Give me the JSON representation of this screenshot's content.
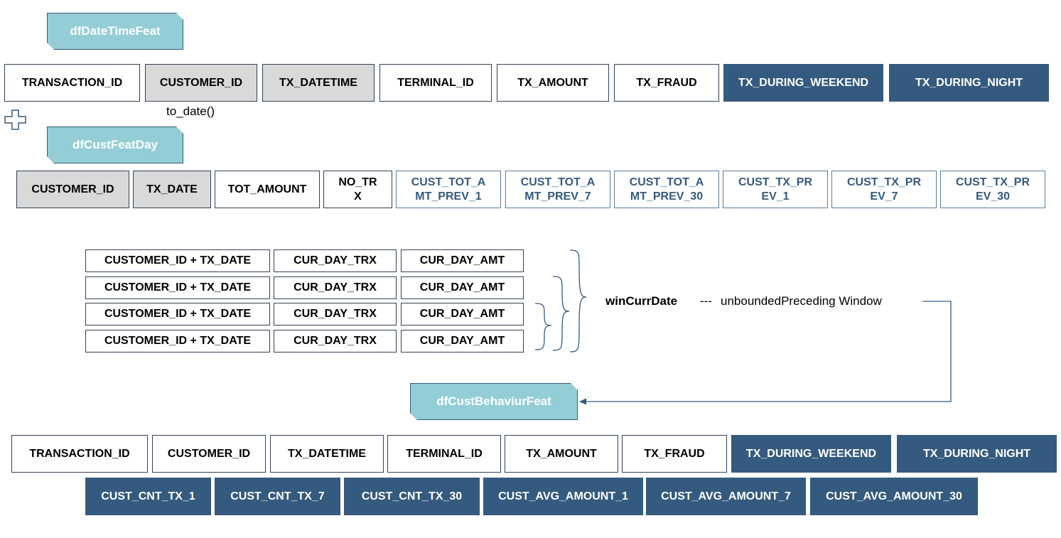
{
  "tags": {
    "date_time_feat": "dfDateTimeFeat",
    "cust_feat_day": "dfCustFeatDay",
    "cust_behaviour_feat": "dfCustBehaviurFeat"
  },
  "row1": [
    "TRANSACTION_ID",
    "CUSTOMER_ID",
    "TX_DATETIME",
    "TERMINAL_ID",
    "TX_AMOUNT",
    "TX_FRAUD",
    "TX_DURING_WEEKEND",
    "TX_DURING_NIGHT"
  ],
  "to_date_label": "to_date()",
  "row2": [
    "CUSTOMER_ID",
    "TX_DATE",
    "TOT_AMOUNT",
    "NO_TR\nX",
    "CUST_TOT_A\nMT_PREV_1",
    "CUST_TOT_A\nMT_PREV_7",
    "CUST_TOT_A\nMT_PREV_30",
    "CUST_TX_PR\nEV_1",
    "CUST_TX_PR\nEV_7",
    "CUST_TX_PR\nEV_30"
  ],
  "window_rows": [
    [
      "CUSTOMER_ID + TX_DATE",
      "CUR_DAY_TRX",
      "CUR_DAY_AMT"
    ],
    [
      "CUSTOMER_ID + TX_DATE",
      "CUR_DAY_TRX",
      "CUR_DAY_AMT"
    ],
    [
      "CUSTOMER_ID + TX_DATE",
      "CUR_DAY_TRX",
      "CUR_DAY_AMT"
    ],
    [
      "CUSTOMER_ID + TX_DATE",
      "CUR_DAY_TRX",
      "CUR_DAY_AMT"
    ]
  ],
  "window": {
    "name": "winCurrDate",
    "separator": "---",
    "description": "unboundedPreceding Window"
  },
  "row3": [
    "TRANSACTION_ID",
    "CUSTOMER_ID",
    "TX_DATETIME",
    "TERMINAL_ID",
    "TX_AMOUNT",
    "TX_FRAUD",
    "TX_DURING_WEEKEND",
    "TX_DURING_NIGHT"
  ],
  "row4": [
    "CUST_CNT_TX_1",
    "CUST_CNT_TX_7",
    "CUST_CNT_TX_30",
    "CUST_AVG_AMOUNT_1",
    "CUST_AVG_AMOUNT_7",
    "CUST_AVG_AMOUNT_30"
  ],
  "colors": {
    "dark": "#355a7f",
    "teal": "#94cdd6",
    "grey": "#d9d9d9",
    "blue_text": "#355a7f"
  },
  "icons": {
    "plus": "plus-icon",
    "arrow": "arrow-icon"
  }
}
